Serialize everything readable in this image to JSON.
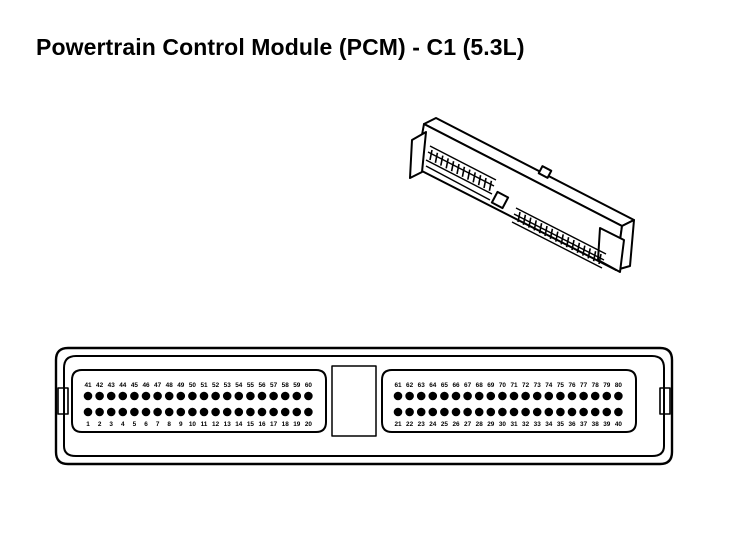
{
  "title": "Powertrain Control Module (PCM) - C1 (5.3L)",
  "colors": {
    "line": "#000000",
    "background": "#ffffff"
  },
  "connector": {
    "left_block": {
      "top_pins": [
        "41",
        "42",
        "43",
        "44",
        "45",
        "46",
        "47",
        "48",
        "49",
        "50",
        "51",
        "52",
        "53",
        "54",
        "55",
        "56",
        "57",
        "58",
        "59",
        "60"
      ],
      "bottom_pins": [
        "1",
        "2",
        "3",
        "4",
        "5",
        "6",
        "7",
        "8",
        "9",
        "10",
        "11",
        "12",
        "13",
        "14",
        "15",
        "16",
        "17",
        "18",
        "19",
        "20"
      ]
    },
    "right_block": {
      "top_pins": [
        "61",
        "62",
        "63",
        "64",
        "65",
        "66",
        "67",
        "68",
        "69",
        "70",
        "71",
        "72",
        "73",
        "74",
        "75",
        "76",
        "77",
        "78",
        "79",
        "80"
      ],
      "bottom_pins": [
        "21",
        "22",
        "23",
        "24",
        "25",
        "26",
        "27",
        "28",
        "29",
        "30",
        "31",
        "32",
        "33",
        "34",
        "35",
        "36",
        "37",
        "38",
        "39",
        "40"
      ]
    }
  }
}
